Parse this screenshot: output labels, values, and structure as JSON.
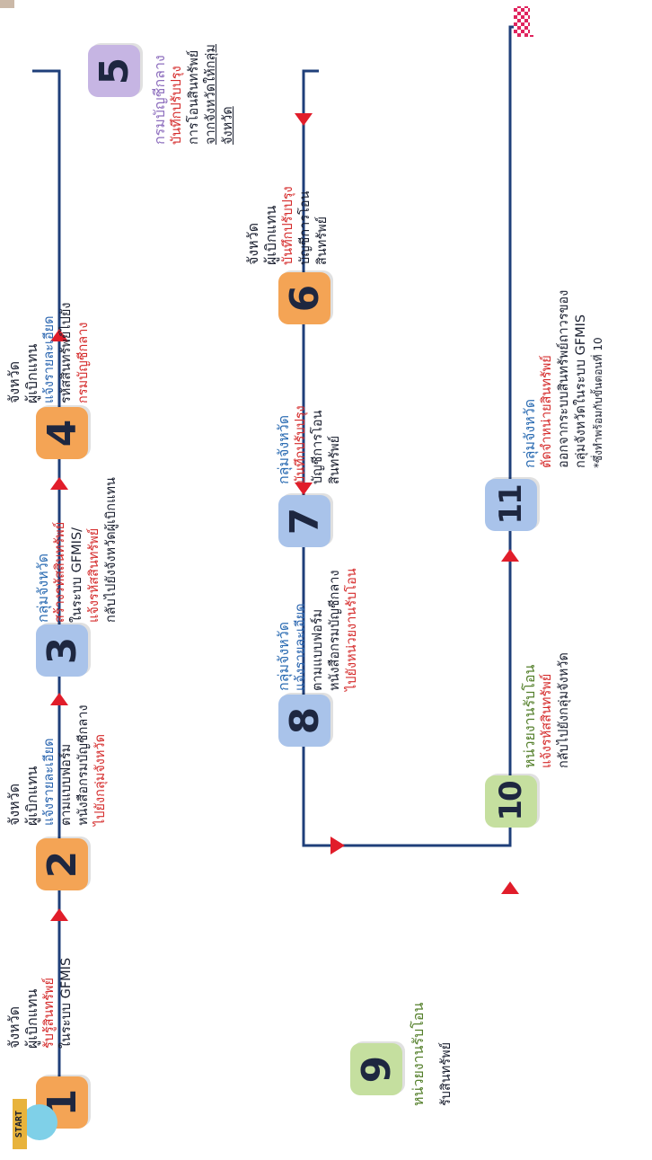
{
  "start_label": "START",
  "steps": [
    {
      "number": "1",
      "actor": [
        "จังหวัด",
        "ผู้เบิกแทน"
      ],
      "texts": [
        {
          "t": "รับรู้สินทรัพย์",
          "c": "red"
        },
        {
          "t": "ในระบบ GFMIS",
          "c": "dark"
        }
      ]
    },
    {
      "number": "2",
      "actor": [
        "จังหวัด",
        "ผู้เบิกแทน"
      ],
      "texts": [
        {
          "t": "แจ้งรายละเอียด",
          "c": "blue"
        },
        {
          "t": "ตามแบบฟอร์ม",
          "c": "dark"
        },
        {
          "t": "หนังสือกรมบัญชีกลาง",
          "c": "dark"
        },
        {
          "t": "ไปยังกลุ่มจังหวัด",
          "c": "red"
        }
      ]
    },
    {
      "number": "3",
      "actor": [
        "กลุ่มจังหวัด"
      ],
      "texts": [
        {
          "t": "สร้างรหัสสินทรัพย์",
          "c": "red"
        },
        {
          "t": "ในระบบ GFMIS/",
          "c": "dark"
        },
        {
          "t": "แจ้งรหัสสินทรัพย์",
          "c": "red"
        },
        {
          "t": "กลับไปยังจังหวัดผู้เบิกแทน",
          "c": "dark"
        }
      ]
    },
    {
      "number": "4",
      "actor": [
        "จังหวัด",
        "ผู้เบิกแทน"
      ],
      "texts": [
        {
          "t": "แจ้งรายละเอียด",
          "c": "blue"
        },
        {
          "t": "รหัสสินทรัพย์ไปยัง",
          "c": "dark"
        },
        {
          "t": "กรมบัญชีกลาง",
          "c": "red"
        }
      ]
    },
    {
      "number": "5",
      "actor": [
        "กรมบัญชีกลาง"
      ],
      "texts": [
        {
          "t": "บันทึกปรับปรุง",
          "c": "red"
        },
        {
          "t": "การโอนสินทรัพย์",
          "c": "dark"
        },
        {
          "t": "จากจังหวัดให้กลุ่ม",
          "c": "dark-u"
        },
        {
          "t": "จังหวัด",
          "c": "dark-u"
        }
      ]
    },
    {
      "number": "6",
      "actor": [
        "จังหวัด",
        "ผู้เบิกแทน"
      ],
      "texts": [
        {
          "t": "บันทึกปรับปรุง",
          "c": "red"
        },
        {
          "t": "บัญชีการโอน",
          "c": "dark"
        },
        {
          "t": "สินทรัพย์",
          "c": "dark"
        }
      ]
    },
    {
      "number": "7",
      "actor": [
        "กลุ่มจังหวัด"
      ],
      "texts": [
        {
          "t": "บันทึกปรับปรุง",
          "c": "red"
        },
        {
          "t": "บัญชีการโอน",
          "c": "dark"
        },
        {
          "t": "สินทรัพย์",
          "c": "dark"
        }
      ]
    },
    {
      "number": "8",
      "actor": [
        "กลุ่มจังหวัด"
      ],
      "texts": [
        {
          "t": "แจ้งรายละเอียด",
          "c": "blue"
        },
        {
          "t": "ตามแบบฟอร์ม",
          "c": "dark"
        },
        {
          "t": "หนังสือกรมบัญชีกลาง",
          "c": "dark"
        },
        {
          "t": "ไปยังหน่วยงานรับโอน",
          "c": "red"
        }
      ]
    },
    {
      "number": "9",
      "actor": [
        "หน่วยงานรับโอน"
      ],
      "texts": [
        {
          "t": "รับสินทรัพย์",
          "c": "dark"
        }
      ]
    },
    {
      "number": "10",
      "actor": [
        "หน่วยงานรับโอน"
      ],
      "texts": [
        {
          "t": "แจ้งรหัสสินทรัพย์",
          "c": "red"
        },
        {
          "t": "กลับไปยังกลุ่มจังหวัด",
          "c": "dark"
        }
      ]
    },
    {
      "number": "11",
      "actor": [
        "กลุ่มจังหวัด"
      ],
      "texts": [
        {
          "t": "ตัดจำหน่ายสินทรัพย์",
          "c": "red"
        },
        {
          "t": "ออกจากระบบสินทรัพย์ถาวรของ",
          "c": "dark"
        },
        {
          "t": "กลุ่มจังหวัดในระบบ GFMIS",
          "c": "dark"
        },
        {
          "t": "*ซึ่งทำพร้อมกับขั้นตอนที่ 10",
          "c": "dark"
        }
      ]
    }
  ],
  "colors": {
    "orange_box": "#f4a455",
    "blue_box": "#a9c3ea",
    "purple_box": "#c6b5e3",
    "green_box": "#c5df9f",
    "line": "#1f3f7a",
    "arrow": "#e11d2a",
    "highlight_red": "#d52c2c",
    "highlight_blue": "#2b66b0"
  },
  "icons": [
    "start-badge-icon",
    "finish-flag-icon"
  ]
}
